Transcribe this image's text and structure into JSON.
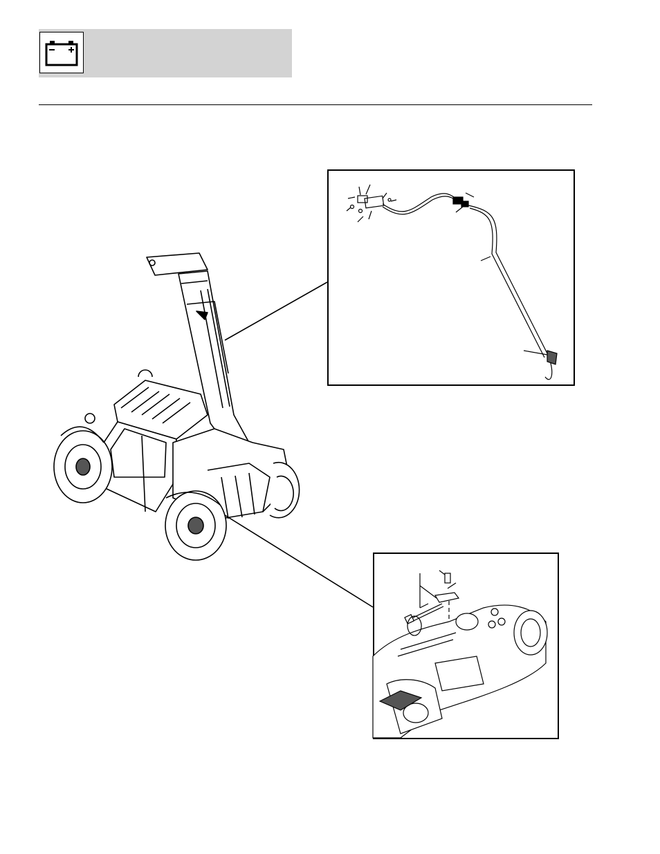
{
  "header": {
    "icon": "battery-icon",
    "band_color": "#d3d3d3"
  },
  "figure": {
    "main": "telehandler-illustration",
    "inset_top": "boom-wiring-harness-detail",
    "inset_bottom": "axle-sensor-bracket-detail"
  }
}
